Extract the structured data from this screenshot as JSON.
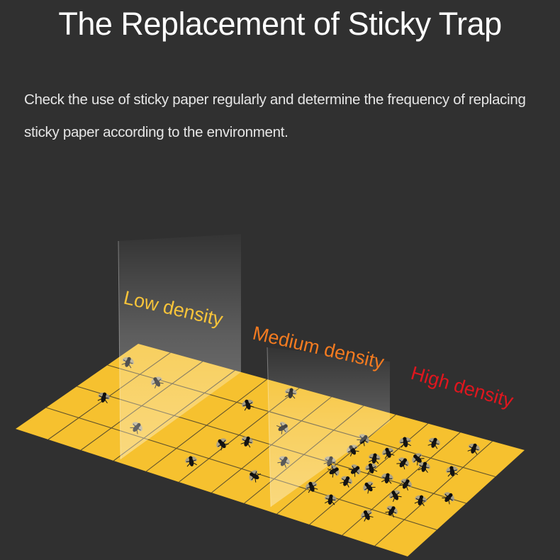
{
  "title": "The Replacement of Sticky Trap",
  "subtitle": "Check the use of sticky paper regularly and determine the frequency of replacing sticky paper according to the environment.",
  "labels": {
    "low": "Low density",
    "medium": "Medium density",
    "high": "High density"
  },
  "colors": {
    "background": "#303030",
    "paper": "#f6c12f",
    "low": "#f8c43a",
    "medium": "#f47b20",
    "high": "#e0161e"
  },
  "icons": [
    "fly-icon"
  ]
}
